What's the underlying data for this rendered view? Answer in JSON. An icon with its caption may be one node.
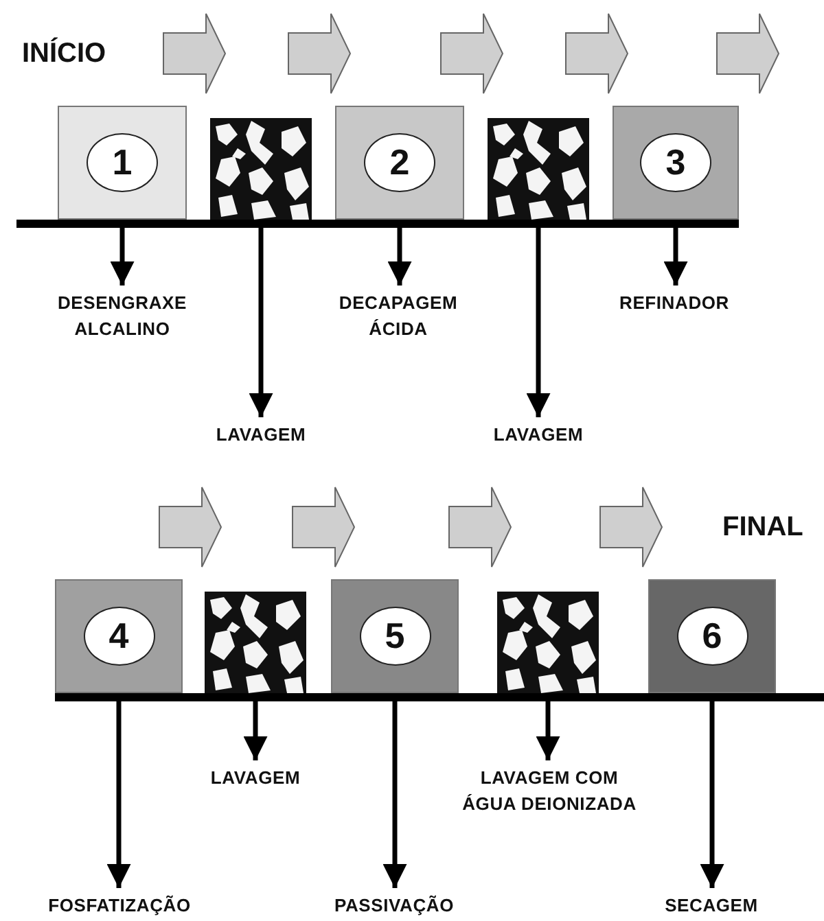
{
  "diagram": {
    "nodes": [
      {
        "text": [
          "1"
        ]
      },
      {
        "text": [],
        "shape": "box"
      },
      {
        "text": [
          "2"
        ]
      },
      {
        "text": [],
        "shape": "box"
      },
      {
        "text": [
          "3"
        ]
      },
      {
        "text": [
          "DESENGRAXE ALCALINO"
        ]
      },
      {
        "text": [
          "LAVAGEM"
        ]
      },
      {
        "text": [
          "DECAPAGEM ÁCIDA"
        ]
      },
      {
        "text": [
          "LAVAGEM"
        ]
      },
      {
        "text": [
          "REFINADOR"
        ]
      },
      {
        "text": [
          "4"
        ]
      },
      {
        "text": [],
        "shape": "box"
      },
      {
        "text": [
          "5"
        ]
      },
      {
        "text": [],
        "shape": "box"
      },
      {
        "text": [
          "6"
        ]
      },
      {
        "text": [
          "FOSFATIZAÇÃO"
        ]
      },
      {
        "text": [
          "LAVAGEM"
        ]
      },
      {
        "text": [
          "PASSIVAÇÃO"
        ]
      },
      {
        "text": [
          "LAVAGEM COM ÁGUA DEIONIZADA"
        ]
      },
      {
        "text": [
          "SECAGEM"
        ]
      }
    ],
    "edges": [
      {
        "from": 0,
        "to": 5,
        "arrow": "to"
      },
      {
        "from": 1,
        "to": 6,
        "arrow": "to"
      },
      {
        "from": 2,
        "to": 7,
        "arrow": "to"
      },
      {
        "from": 3,
        "to": 8,
        "arrow": "to"
      },
      {
        "from": 4,
        "to": 9,
        "arrow": "to"
      },
      {
        "from": 10,
        "to": 15,
        "arrow": "to"
      },
      {
        "from": 11,
        "to": 16,
        "arrow": "to"
      },
      {
        "from": 12,
        "to": 17,
        "arrow": "to"
      },
      {
        "from": 13,
        "to": 18,
        "arrow": "to"
      },
      {
        "from": 14,
        "to": 19,
        "arrow": "to"
      }
    ],
    "labels": [
      "INÍCIO",
      "FINAL"
    ]
  }
}
